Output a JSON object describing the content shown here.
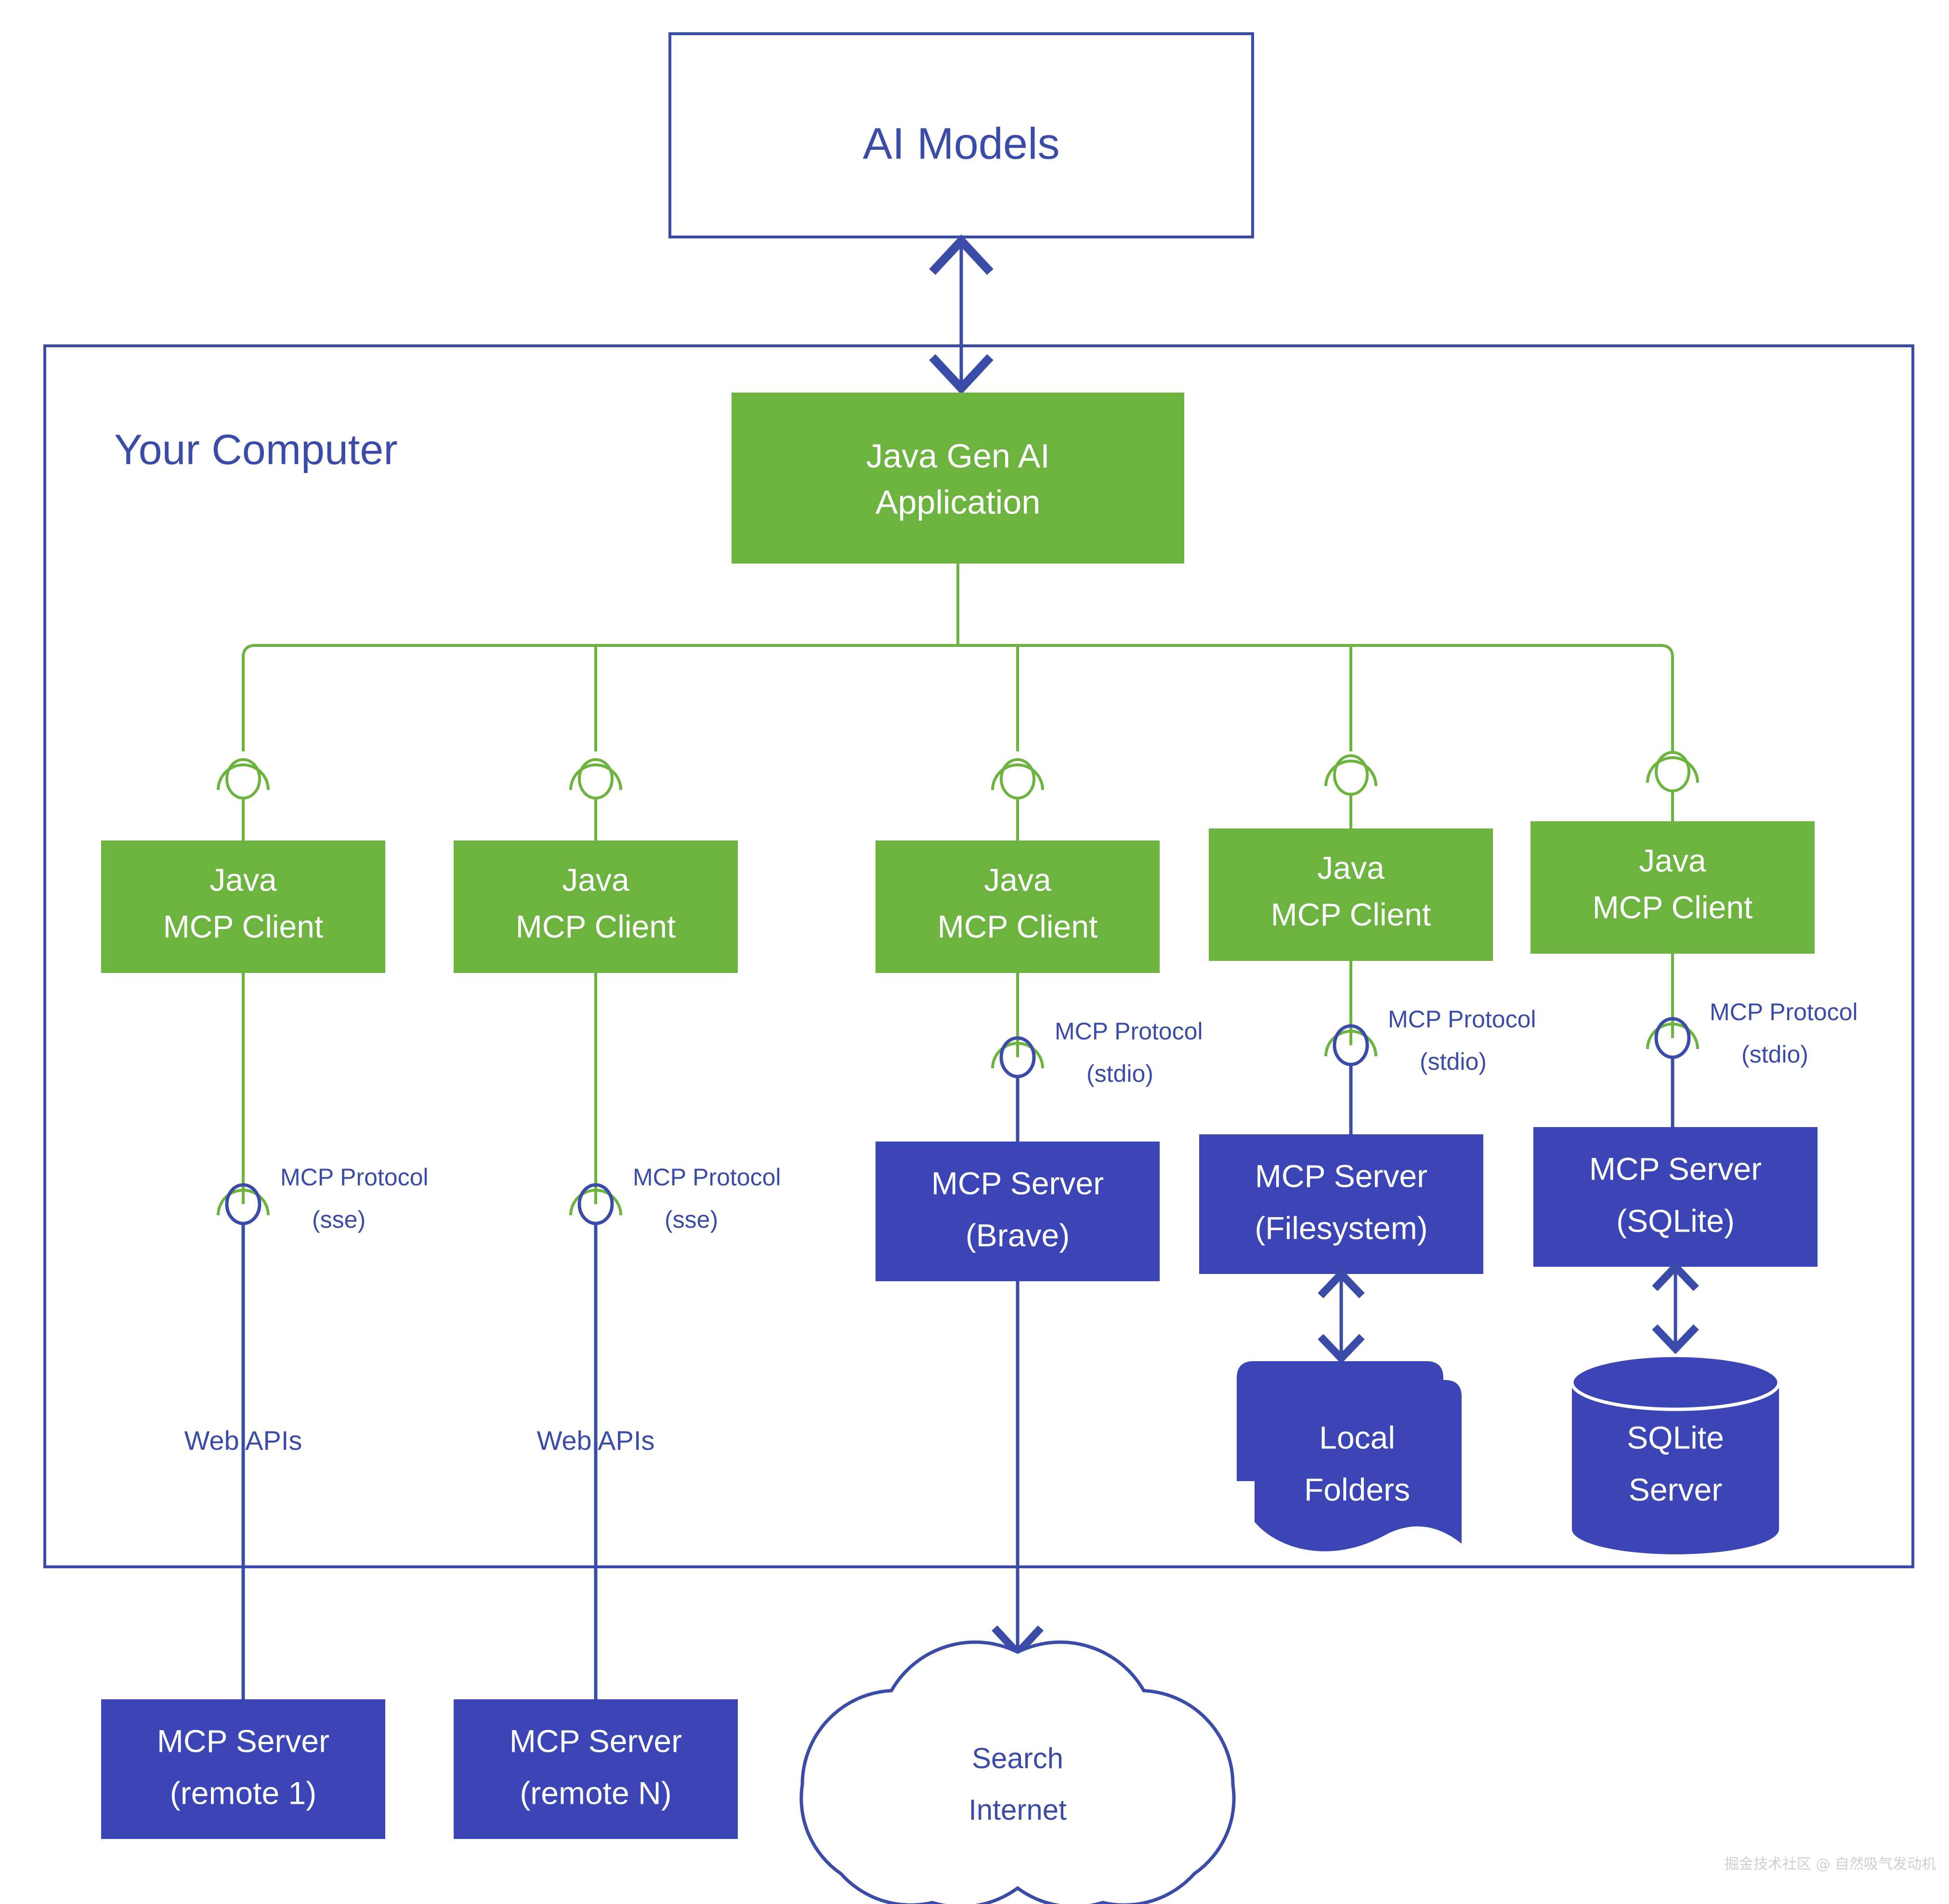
{
  "diagram": {
    "title_top": "AI Models",
    "container_label": "Your Computer",
    "app_line1": "Java Gen AI",
    "app_line2": "Application",
    "watermark": "掘金技术社区 @ 自然吸气发动机",
    "colors": {
      "green": "#6CB33F",
      "blue": "#3B45B5",
      "blue_text": "#3B4BA8",
      "white": "#FFFFFF"
    },
    "clients": [
      {
        "id": "client-1",
        "line1": "Java",
        "line2": "MCP Client"
      },
      {
        "id": "client-2",
        "line1": "Java",
        "line2": "MCP Client"
      },
      {
        "id": "client-3",
        "line1": "Java",
        "line2": "MCP Client"
      },
      {
        "id": "client-4",
        "line1": "Java",
        "line2": "MCP Client"
      },
      {
        "id": "client-5",
        "line1": "Java",
        "line2": "MCP Client"
      }
    ],
    "protocol_labels": [
      {
        "id": "proto-1",
        "line1": "MCP Protocol",
        "line2": "(sse)"
      },
      {
        "id": "proto-2",
        "line1": "MCP Protocol",
        "line2": "(sse)"
      },
      {
        "id": "proto-3",
        "line1": "MCP Protocol",
        "line2": "(stdio)"
      },
      {
        "id": "proto-4",
        "line1": "MCP Protocol",
        "line2": "(stdio)"
      },
      {
        "id": "proto-5",
        "line1": "MCP Protocol",
        "line2": "(stdio)"
      }
    ],
    "web_api_labels": [
      {
        "id": "webapi-1",
        "text": "Web APIs"
      },
      {
        "id": "webapi-2",
        "text": "Web APIs"
      }
    ],
    "servers_local": [
      {
        "id": "server-brave",
        "line1": "MCP Server",
        "line2": "(Brave)"
      },
      {
        "id": "server-filesystem",
        "line1": "MCP Server",
        "line2": "(Filesystem)"
      },
      {
        "id": "server-sqlite",
        "line1": "MCP Server",
        "line2": "(SQLite)"
      }
    ],
    "servers_remote": [
      {
        "id": "server-remote-1",
        "line1": "MCP Server",
        "line2": "(remote 1)"
      },
      {
        "id": "server-remote-n",
        "line1": "MCP Server",
        "line2": "(remote N)"
      }
    ],
    "resources": [
      {
        "id": "local-folders",
        "line1": "Local",
        "line2": "Folders",
        "shape": "folder"
      },
      {
        "id": "sqlite-server",
        "line1": "SQLite",
        "line2": "Server",
        "shape": "cylinder"
      }
    ],
    "cloud": {
      "id": "search-internet",
      "line1": "Search",
      "line2": "Internet",
      "shape": "cloud"
    }
  }
}
